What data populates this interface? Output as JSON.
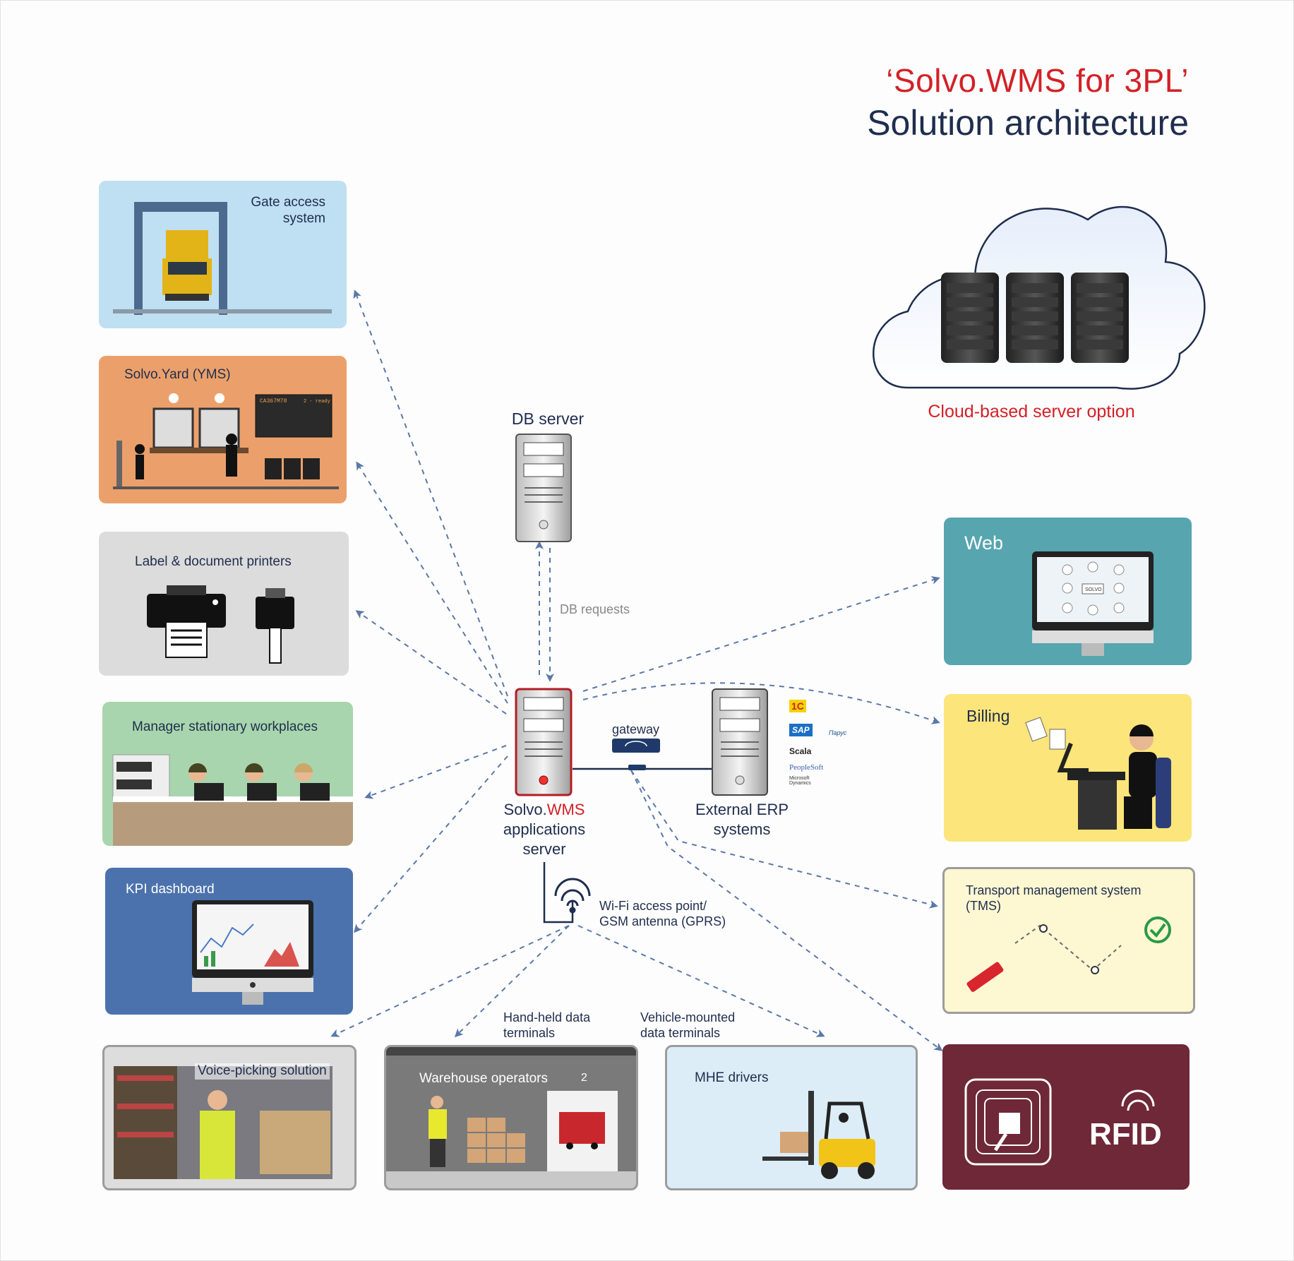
{
  "title": {
    "line1": "‘Solvo.WMS for 3PL’",
    "line2": "Solution architecture"
  },
  "cloud": {
    "label": "Cloud-based server option"
  },
  "db_server": {
    "label": "DB server",
    "requests_label": "DB requests"
  },
  "wms_server": {
    "label_prefix": "Solvo.",
    "label_brand": "WMS",
    "label_rest": "applications server"
  },
  "gateway": {
    "label": "gateway"
  },
  "erp": {
    "label": "External ERP systems",
    "logos": [
      "1С",
      "SAP",
      "Scala",
      "PeopleSoft",
      "Microsoft Dynamics",
      "Парус"
    ]
  },
  "wifi": {
    "label_line1": "Wi-Fi access point/",
    "label_line2": "GSM antenna (GPRS)"
  },
  "terminals": {
    "handheld": "Hand-held data terminals",
    "vehicle": "Vehicle-mounted data terminals"
  },
  "boxes": {
    "gate": {
      "label": "Gate access system"
    },
    "yard": {
      "label": "Solvo.Yard (YMS)",
      "board1": "CA367M78",
      "board2": "2 - ready"
    },
    "printers": {
      "label": "Label & document printers"
    },
    "manager": {
      "label": "Manager stationary workplaces"
    },
    "kpi": {
      "label": "KPI dashboard"
    },
    "voice": {
      "label": "Voice-picking solution"
    },
    "warehouse": {
      "label": "Warehouse operators",
      "number": "2"
    },
    "mhe": {
      "label": "MHE drivers"
    },
    "rfid": {
      "label": "RFID"
    },
    "web": {
      "label": "Web",
      "center": "SOLVO"
    },
    "billing": {
      "label": "Billing"
    },
    "tms": {
      "label": "Transport management system (TMS)"
    }
  },
  "colors": {
    "brand_red": "#d32027",
    "navy": "#1f2d4d",
    "arrow": "#5a78a8",
    "gate_bg": "#bfdff3",
    "yard_bg": "#eba06b",
    "printers_bg": "#dcdcdc",
    "manager_bg": "#a8d5ad",
    "kpi_bg": "#4b72ad",
    "web_bg": "#56a5af",
    "billing_bg": "#fce57a",
    "tms_bg": "#fdf7d2",
    "rfid_bg": "#6e2837",
    "mhe_bg": "#dcedf8",
    "warehouse_bg": "#7a7a7a"
  }
}
